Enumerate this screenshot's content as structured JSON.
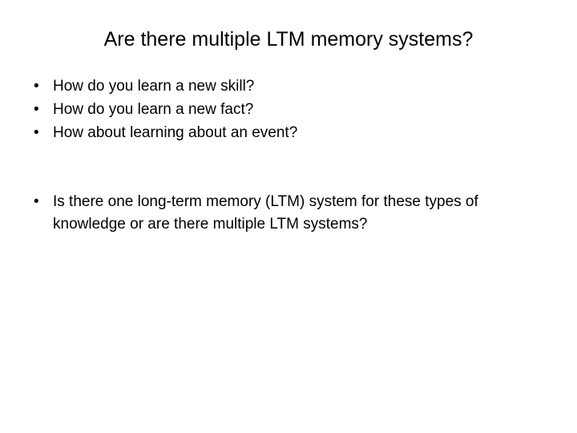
{
  "slide": {
    "title": "Are there multiple LTM memory systems?",
    "background_color": "#ffffff",
    "text_color": "#000000",
    "bullet_glyph": "•",
    "groups": [
      {
        "name": "questions-group",
        "items": [
          {
            "text": "How do you learn a new skill?"
          },
          {
            "text": "How do you learn a new fact?"
          },
          {
            "text": "How about learning about an event?"
          }
        ]
      },
      {
        "name": "summary-group",
        "items": [
          {
            "text": "Is there one long-term memory (LTM) system for these types of knowledge or are there multiple LTM systems?"
          }
        ]
      }
    ]
  }
}
